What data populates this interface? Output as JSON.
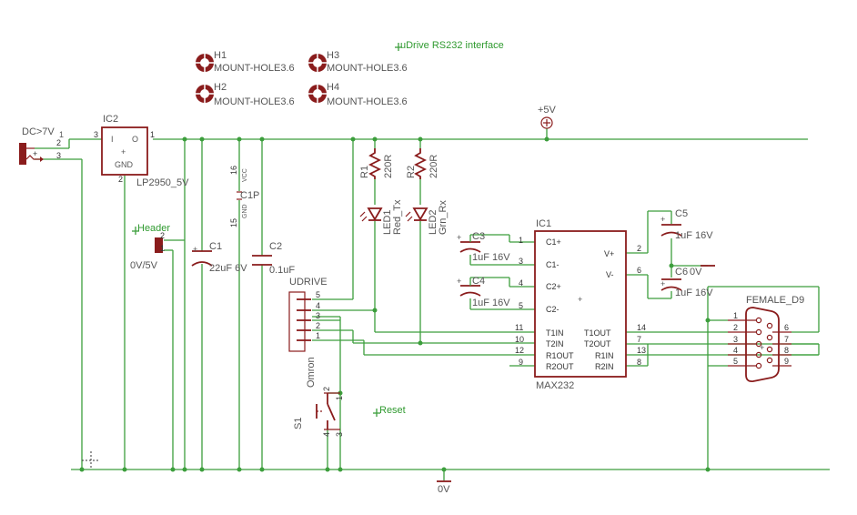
{
  "title": "uDrive RS232 interface",
  "mount_holes": [
    {
      "ref": "H1",
      "value": "MOUNT-HOLE3.6"
    },
    {
      "ref": "H2",
      "value": "MOUNT-HOLE3.6"
    },
    {
      "ref": "H3",
      "value": "MOUNT-HOLE3.6"
    },
    {
      "ref": "H4",
      "value": "MOUNT-HOLE3.6"
    }
  ],
  "power": {
    "vcc": "+5V",
    "gnd": "0V"
  },
  "dc_jack": {
    "label": "DC>7V",
    "sub": "1",
    "pins": [
      "2",
      "3"
    ]
  },
  "regulator": {
    "ref": "IC2",
    "value": "LP2950_5V",
    "pin_i": "I",
    "pin_o": "O",
    "pin_gnd": "GND",
    "pins": [
      "3",
      "1",
      "2"
    ]
  },
  "header": {
    "ref": "Header",
    "value": "0V/5V",
    "pins": [
      "2",
      "1"
    ]
  },
  "c1": {
    "ref": "C1",
    "value": "22uF 6V"
  },
  "c2": {
    "ref": "C2",
    "value": "0.1uF"
  },
  "c1p": {
    "ref": "C1P",
    "pin_vcc": "16",
    "pin_gnd": "15",
    "vcc": "VCC",
    "gnd": "GND"
  },
  "udrive": {
    "ref": "UDRIVE",
    "pins": [
      "5",
      "4",
      "3",
      "2",
      "1"
    ]
  },
  "switch": {
    "ref": "S1",
    "value": "Omron",
    "pins": [
      "2",
      "1",
      "4",
      "3"
    ]
  },
  "reset_label": "Reset",
  "r1": {
    "ref": "R1",
    "value": "220R"
  },
  "r2": {
    "ref": "R2",
    "value": "220R"
  },
  "led1": {
    "ref": "LED1",
    "value": "Red_Tx"
  },
  "led2": {
    "ref": "LED2",
    "value": "Grn_Rx"
  },
  "ic1": {
    "ref": "IC1",
    "value": "MAX232",
    "left_pins": [
      {
        "name": "C1+",
        "num": "1"
      },
      {
        "name": "C1-",
        "num": "3"
      },
      {
        "name": "C2+",
        "num": "4"
      },
      {
        "name": "C2-",
        "num": "5"
      },
      {
        "name": "T1IN",
        "num": "11"
      },
      {
        "name": "T2IN",
        "num": "10"
      },
      {
        "name": "R1OUT",
        "num": "12"
      },
      {
        "name": "R2OUT",
        "num": "9"
      }
    ],
    "right_pins": [
      {
        "name": "V+",
        "num": "2"
      },
      {
        "name": "V-",
        "num": "6"
      },
      {
        "name": "T1OUT",
        "num": "14"
      },
      {
        "name": "T2OUT",
        "num": "7"
      },
      {
        "name": "R1IN",
        "num": "13"
      },
      {
        "name": "R2IN",
        "num": "8"
      }
    ]
  },
  "c3": {
    "ref": "C3",
    "value": "1uF 16V"
  },
  "c4": {
    "ref": "C4",
    "value": "1uF 16V"
  },
  "c5": {
    "ref": "C5",
    "value": "1uF 16V"
  },
  "c6": {
    "ref": "C6",
    "value": "1uF 16V",
    "extra": "0V"
  },
  "connector": {
    "ref": "FEMALE_D9",
    "left_pins": [
      "1",
      "2",
      "3",
      "4",
      "5"
    ],
    "right_pins": [
      "6",
      "7",
      "8",
      "9"
    ]
  }
}
